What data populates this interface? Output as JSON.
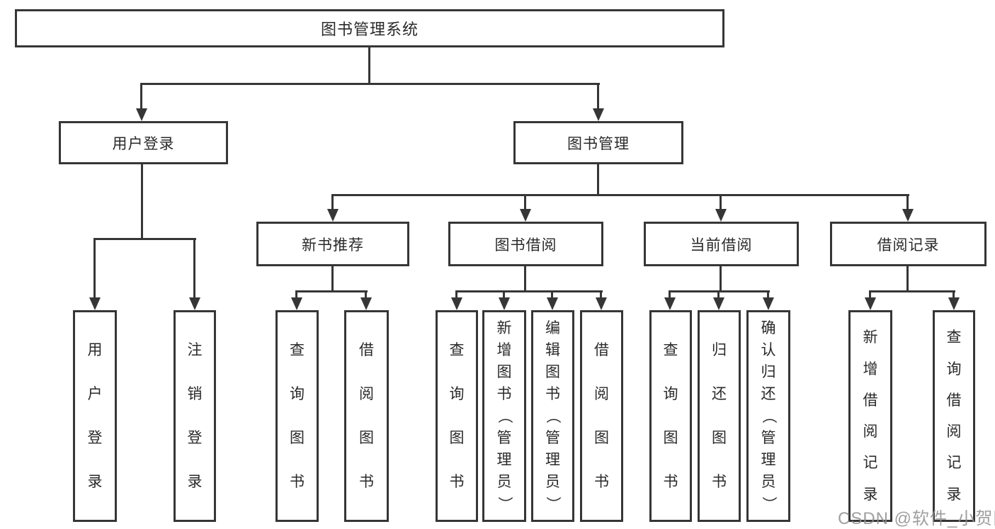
{
  "colors": {
    "line": "#363636",
    "box_border": "#363636",
    "text": "#2a2a2a",
    "background": "#ffffff",
    "watermark": "#8e8e8e"
  },
  "watermark": {
    "text": "CSDN @软件_小贺同学"
  },
  "tree": {
    "label": "图书管理系统",
    "children": [
      {
        "label": "用户登录",
        "children": [
          {
            "label": "用户登录"
          },
          {
            "label": "注销登录"
          }
        ]
      },
      {
        "label": "图书管理",
        "children": [
          {
            "label": "新书推荐",
            "children": [
              {
                "label": "查询图书"
              },
              {
                "label": "借阅图书"
              }
            ]
          },
          {
            "label": "图书借阅",
            "children": [
              {
                "label": "查询图书"
              },
              {
                "label": "新增图书（管理员）"
              },
              {
                "label": "编辑图书（管理员）"
              },
              {
                "label": "借阅图书"
              }
            ]
          },
          {
            "label": "当前借阅",
            "children": [
              {
                "label": "查询图书"
              },
              {
                "label": "归还图书"
              },
              {
                "label": "确认归还（管理员）"
              }
            ]
          },
          {
            "label": "借阅记录",
            "children": [
              {
                "label": "新增借阅记录"
              },
              {
                "label": "查询借阅记录"
              }
            ]
          }
        ]
      }
    ]
  }
}
